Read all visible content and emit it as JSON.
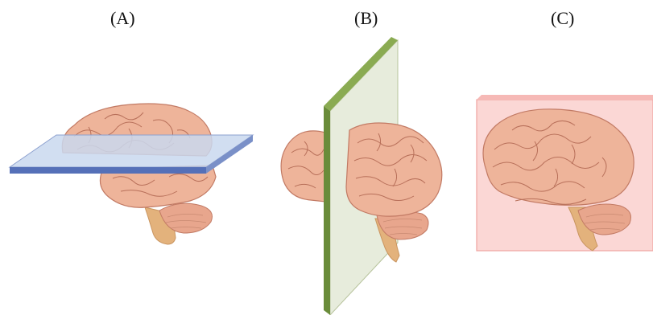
{
  "panels": [
    {
      "id": "A",
      "label": "(A)"
    },
    {
      "id": "B",
      "label": "(B)"
    },
    {
      "id": "C",
      "label": "(C)"
    }
  ],
  "colors": {
    "background": "#ffffff",
    "brain_fill": "#eeb49a",
    "brain_shadow": "#d9907a",
    "brain_outline": "#c27a64",
    "gyri_line": "#b8705a",
    "cerebellum_fill": "#e8a68d",
    "brainstem_fill": "#e3b27c",
    "horizontal_plane_top": "#c9d8ef",
    "horizontal_plane_edge": "#5570b8",
    "sagittal_plane_face": "#e7ecdc",
    "sagittal_plane_edge": "#6a8c3a",
    "coronal_plane_fill": "#fbd7d5",
    "coronal_plane_edge": "#f0a3a0"
  },
  "icons": [
    "brain-horizontal-section",
    "brain-sagittal-section",
    "brain-lateral-view"
  ]
}
